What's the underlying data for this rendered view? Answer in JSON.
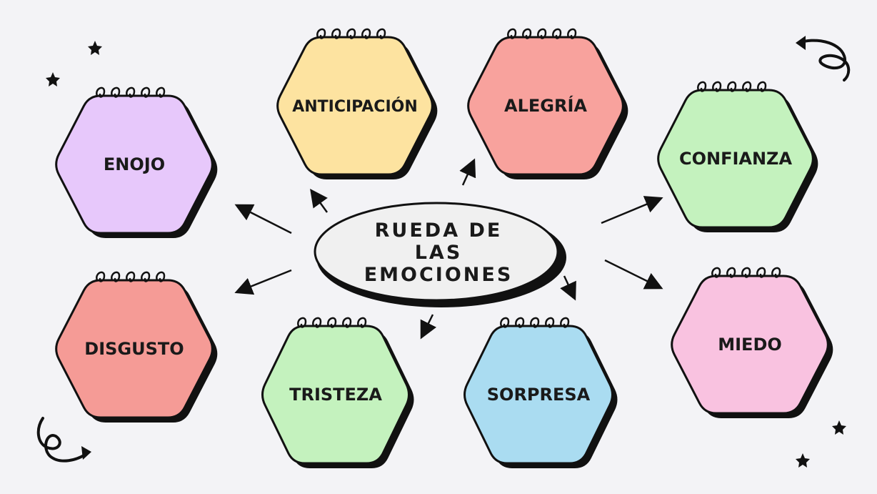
{
  "title": {
    "line1": "RUEDA DE",
    "line2": "LAS",
    "line3": "EMOCIONES"
  },
  "emotions": [
    {
      "id": "enojo",
      "label": "ENOJO",
      "color": "#e7c8fb"
    },
    {
      "id": "anticipacion",
      "label": "ANTICIPACIÓN",
      "color": "#fde3a0"
    },
    {
      "id": "alegria",
      "label": "ALEGRÍA",
      "color": "#f8a29d"
    },
    {
      "id": "confianza",
      "label": "CONFIANZA",
      "color": "#c4f2be"
    },
    {
      "id": "disgusto",
      "label": "DISGUSTO",
      "color": "#f59b96"
    },
    {
      "id": "tristeza",
      "label": "TRISTEZA",
      "color": "#c4f2be"
    },
    {
      "id": "sorpresa",
      "label": "SORPRESA",
      "color": "#aadcf1"
    },
    {
      "id": "miedo",
      "label": "MIEDO",
      "color": "#f9c2e0"
    }
  ],
  "colors": {
    "background": "#f3f3f6",
    "outline": "#111111",
    "center_fill": "#f0f0f0"
  }
}
